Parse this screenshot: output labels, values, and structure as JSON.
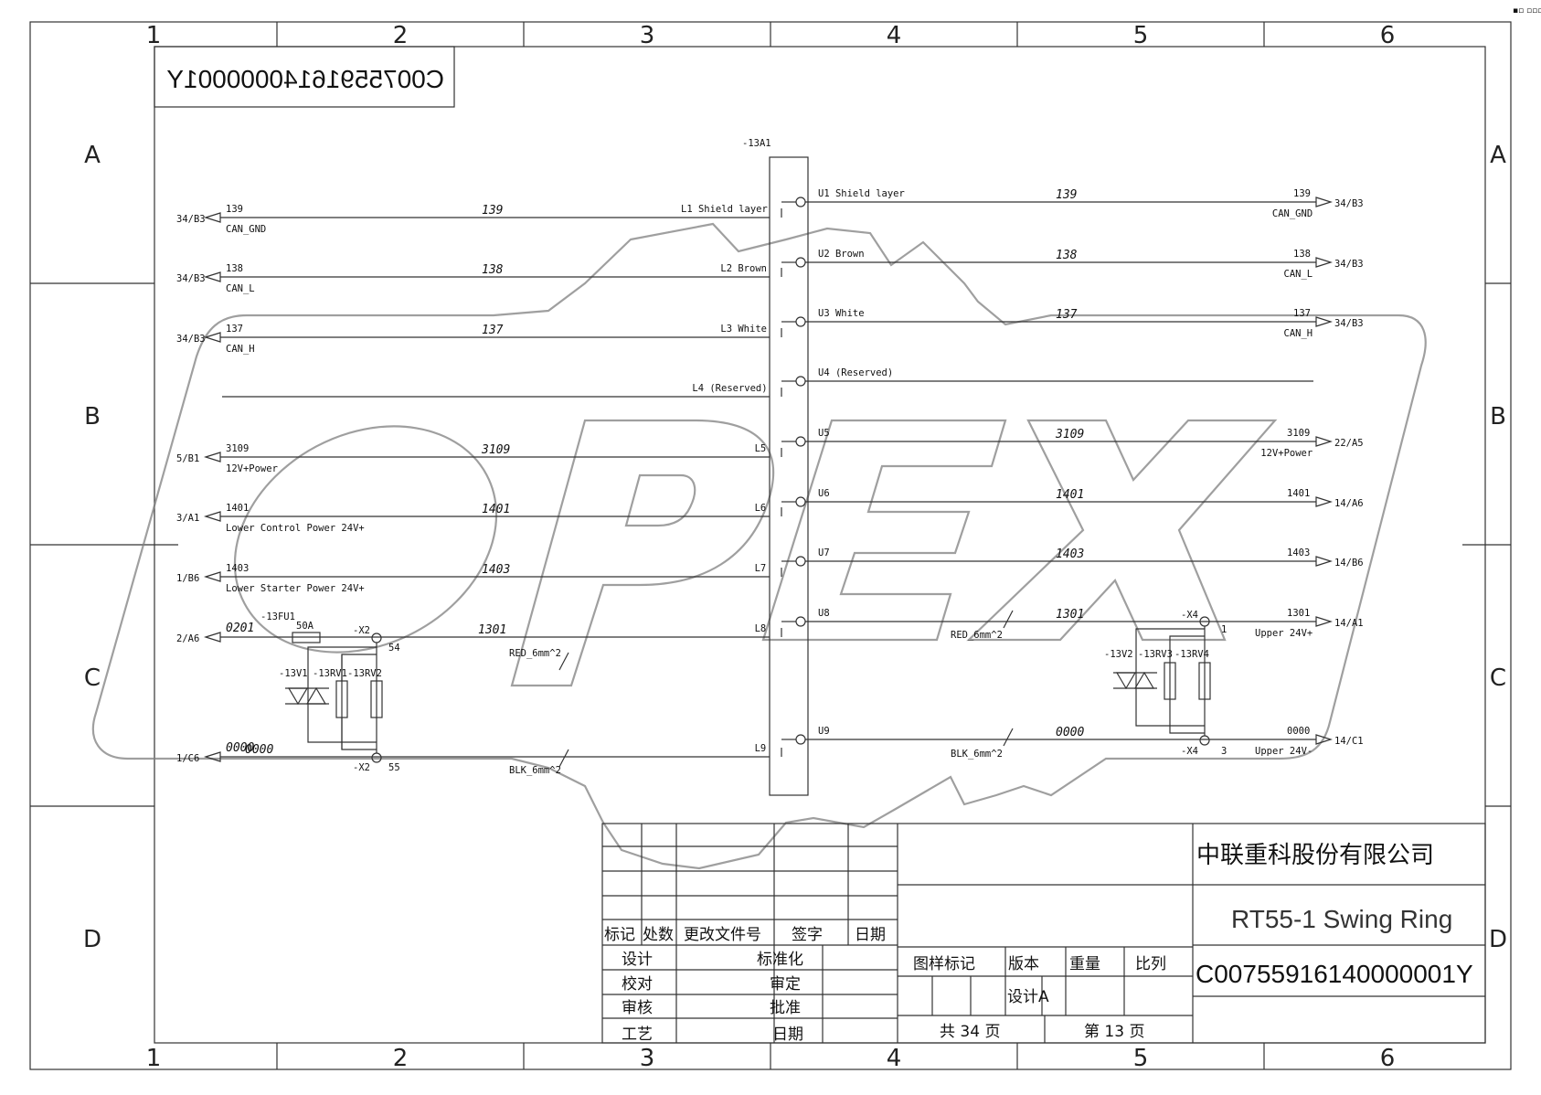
{
  "frame": {
    "col_labels": [
      "1",
      "2",
      "3",
      "4",
      "5",
      "6"
    ],
    "row_labels": [
      "A",
      "B",
      "C",
      "D"
    ]
  },
  "doc_code_mirrored": "C00755916140000001Y",
  "device": {
    "tag": "-13A1"
  },
  "left_wires": [
    {
      "ref": "34/B3",
      "num": "139",
      "sig": "CAN_GND",
      "mid": "139",
      "term": "L1 Shield layer"
    },
    {
      "ref": "34/B3",
      "num": "138",
      "sig": "CAN_L",
      "mid": "138",
      "term": "L2 Brown"
    },
    {
      "ref": "34/B3",
      "num": "137",
      "sig": "CAN_H",
      "mid": "137",
      "term": "L3 White"
    },
    {
      "ref": "",
      "num": "",
      "sig": "",
      "mid": "",
      "term": "L4 (Reserved)"
    },
    {
      "ref": "5/B1",
      "num": "3109",
      "sig": "12V+Power",
      "mid": "3109",
      "term": "L5"
    },
    {
      "ref": "3/A1",
      "num": "1401",
      "sig": "Lower Control Power 24V+",
      "mid": "1401",
      "term": "L6"
    },
    {
      "ref": "1/B6",
      "num": "1403",
      "sig": "Lower Starter Power 24V+",
      "mid": "1403",
      "term": "L7"
    },
    {
      "ref": "2/A6",
      "num": "0201",
      "sig": "",
      "mid": "1301",
      "term": "L8"
    },
    {
      "ref": "1/C6",
      "num": "0000",
      "sig": "",
      "mid": "",
      "term": "L9"
    }
  ],
  "right_wires": [
    {
      "term": "U1 Shield layer",
      "mid": "139",
      "num": "139",
      "sig": "CAN_GND",
      "ref": "34/B3"
    },
    {
      "term": "U2 Brown",
      "mid": "138",
      "num": "138",
      "sig": "CAN_L",
      "ref": "34/B3"
    },
    {
      "term": "U3 White",
      "mid": "137",
      "num": "137",
      "sig": "CAN_H",
      "ref": "34/B3"
    },
    {
      "term": "U4 (Reserved)",
      "mid": "",
      "num": "",
      "sig": "",
      "ref": ""
    },
    {
      "term": "U5",
      "mid": "3109",
      "num": "3109",
      "sig": "12V+Power",
      "ref": "22/A5"
    },
    {
      "term": "U6",
      "mid": "1401",
      "num": "1401",
      "sig": "",
      "ref": "14/A6"
    },
    {
      "term": "U7",
      "mid": "1403",
      "num": "1403",
      "sig": "",
      "ref": "14/B6"
    },
    {
      "term": "U8",
      "mid": "1301",
      "num": "1301",
      "sig": "Upper 24V+",
      "ref": "14/A1"
    },
    {
      "term": "U9",
      "mid": "0000",
      "num": "0000",
      "sig": "Upper 24V-",
      "ref": "14/C1"
    }
  ],
  "left_circuit": {
    "fuse_tag": "-13FU1",
    "fuse_rating": "50A",
    "x_top": "-X2",
    "x_top_pin": "54",
    "x_bot": "-X2",
    "x_bot_pin": "55",
    "v_tag": "-13V1",
    "rv1_tag": "-13RV1",
    "rv2_tag": "-13RV2",
    "red_cable": "RED_6mm^2",
    "blk_cable": "BLK_6mm^2",
    "l9_mid": "0000"
  },
  "right_circuit": {
    "x_top": "-X4",
    "x_top_pin": "1",
    "x_bot": "-X4",
    "x_bot_pin": "3",
    "v_tag": "-13V2",
    "rv3_tag": "-13RV3",
    "rv4_tag": "-13RV4",
    "red_cable": "RED_6mm^2",
    "blk_cable": "BLK_6mm^2"
  },
  "watermark": "OPEX",
  "title_block": {
    "hdr_mark": "标记",
    "hdr_count": "处数",
    "hdr_doc": "更改文件号",
    "hdr_sign": "签字",
    "hdr_date": "日期",
    "design": "设计",
    "check": "校对",
    "review": "审核",
    "process": "工艺",
    "standard": "标准化",
    "audit": "审定",
    "approve": "批准",
    "date": "日期",
    "drawing_mark": "图样标记",
    "version": "版本",
    "weight": "重量",
    "scale": "比列",
    "version_val": "设计A",
    "total_pages": "共 34 页",
    "page": "第 13 页",
    "company": "中联重科股份有限公司",
    "title": "RT55-1 Swing Ring",
    "code": "C00755916140000001Y"
  },
  "corner_mark": "▪▫ ▫▫▫"
}
